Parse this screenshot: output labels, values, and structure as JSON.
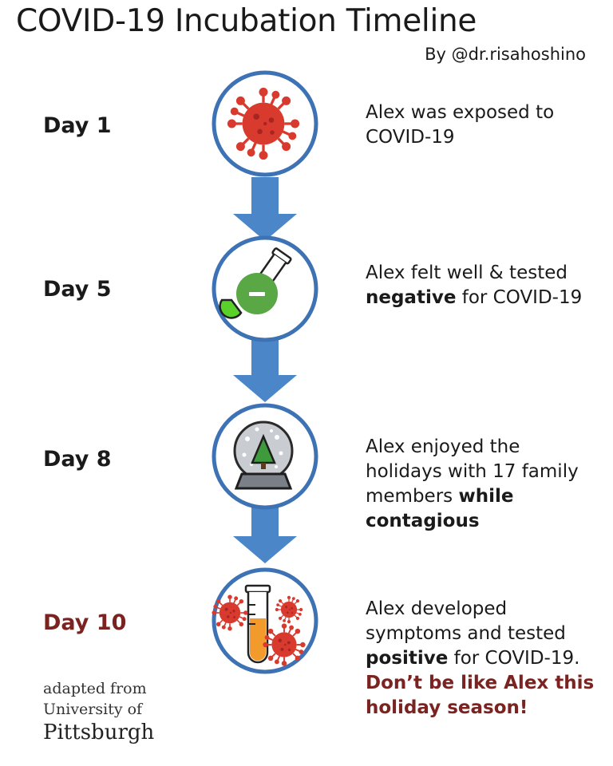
{
  "header": {
    "title": "COVID-19 Incubation Timeline",
    "byline": "By @dr.risahoshino"
  },
  "steps": [
    {
      "day": "Day 1",
      "icon": "virus-icon",
      "lines": [
        [
          {
            "text": "Alex was exposed to"
          }
        ],
        [
          {
            "text": "COVID-19"
          }
        ]
      ]
    },
    {
      "day": "Day 5",
      "icon": "negative-test-tube-icon",
      "lines": [
        [
          {
            "text": "Alex felt well & tested"
          }
        ],
        [
          {
            "text": "negative",
            "bold": true
          },
          {
            "text": " for COVID-19"
          }
        ]
      ]
    },
    {
      "day": "Day 8",
      "icon": "snow-globe-icon",
      "lines": [
        [
          {
            "text": "Alex enjoyed the"
          }
        ],
        [
          {
            "text": "holidays with 17 family"
          }
        ],
        [
          {
            "text": "members "
          },
          {
            "text": "while",
            "bold": true
          }
        ],
        [
          {
            "text": "contagious",
            "bold": true
          }
        ]
      ]
    },
    {
      "day": "Day 10",
      "icon": "positive-test-tube-icon",
      "lines": [
        [
          {
            "text": "Alex developed"
          }
        ],
        [
          {
            "text": "symptoms and tested"
          }
        ],
        [
          {
            "text": "positive",
            "bold": true
          },
          {
            "text": " for COVID-19."
          }
        ],
        [
          {
            "text": "Don’t be like Alex this",
            "warn": true
          }
        ],
        [
          {
            "text": "holiday season!",
            "warn": true
          }
        ]
      ]
    }
  ],
  "credit": {
    "line1": "adapted from",
    "line2": "University of",
    "line3": "Pittsburgh"
  },
  "colors": {
    "circle_stroke": "#3d72b4",
    "arrow": "#4a86c8",
    "virus": "#d83a2e",
    "accent_text": "#7a2320",
    "negative_green": "#5aa845"
  }
}
